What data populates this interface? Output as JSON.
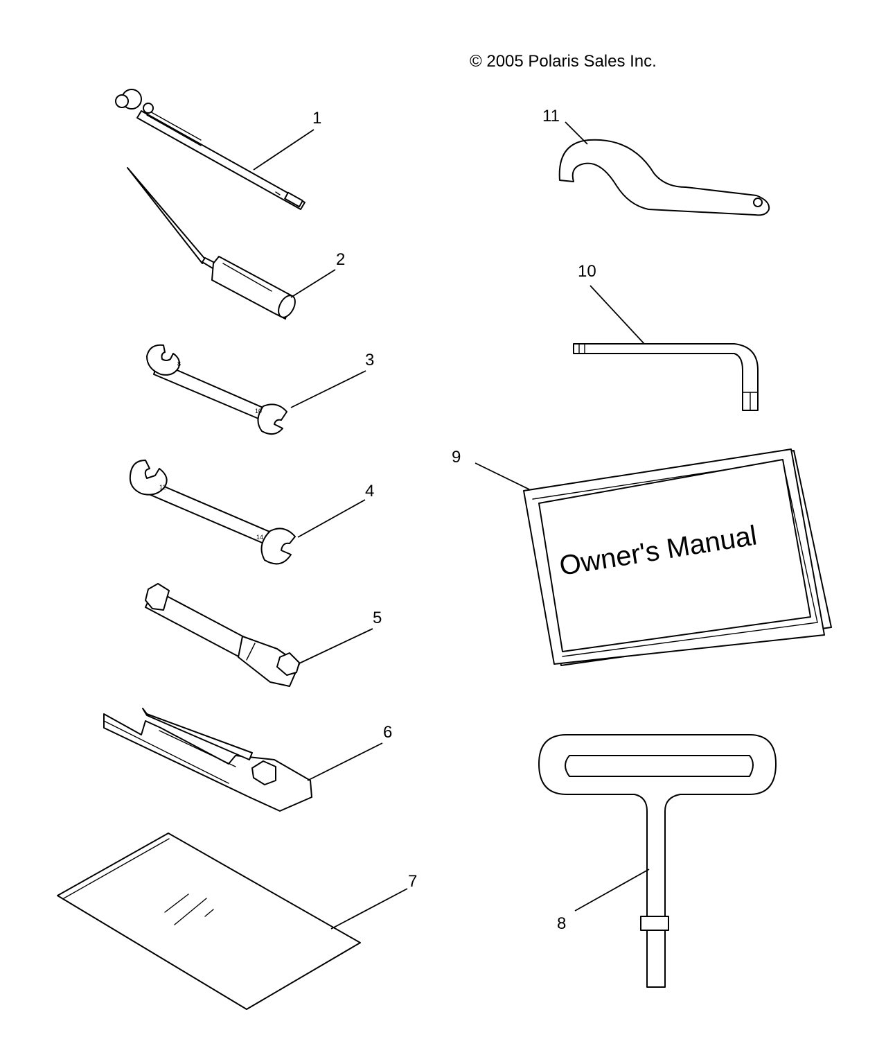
{
  "copyright": "© 2005 Polaris Sales Inc.",
  "manual_cover_title": "Owner's Manual",
  "wrench_markings": {
    "w3_a": "8",
    "w3_b": "10",
    "w4_a": "12",
    "w4_b": "14"
  },
  "callouts": [
    "1",
    "2",
    "3",
    "4",
    "5",
    "6",
    "7",
    "8",
    "9",
    "10",
    "11"
  ]
}
